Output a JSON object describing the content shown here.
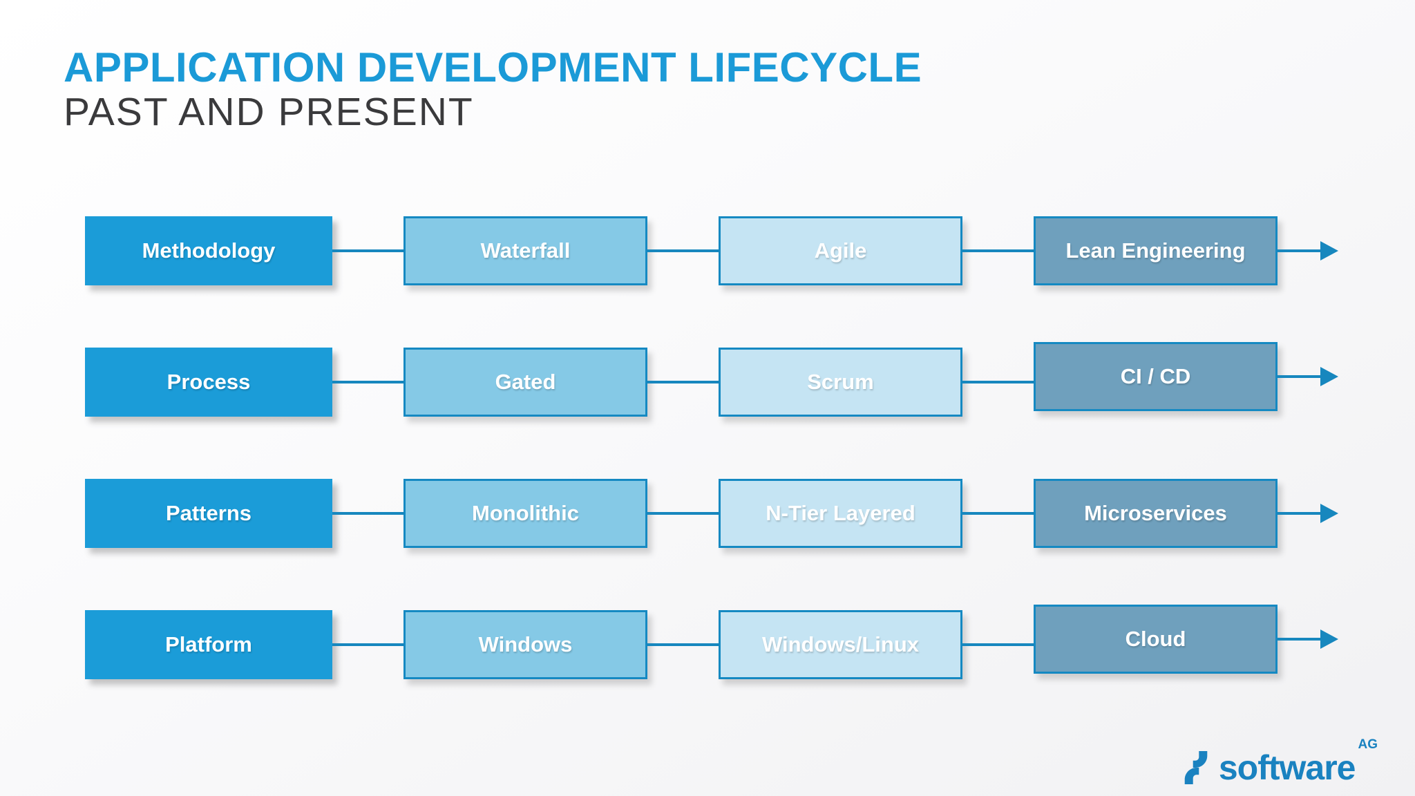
{
  "header": {
    "title": "APPLICATION DEVELOPMENT LIFECYCLE",
    "subtitle": "PAST AND PRESENT"
  },
  "diagram": {
    "rows": [
      {
        "label": "Methodology",
        "stages": [
          "Waterfall",
          "Agile",
          "Lean Engineering"
        ]
      },
      {
        "label": "Process",
        "stages": [
          "Gated",
          "Scrum",
          "CI / CD"
        ]
      },
      {
        "label": "Patterns",
        "stages": [
          "Monolithic",
          "N-Tier Layered",
          "Microservices"
        ]
      },
      {
        "label": "Platform",
        "stages": [
          "Windows",
          "Windows/Linux",
          "Cloud"
        ]
      }
    ]
  },
  "footer": {
    "logo_icon": "software-ag-s-icon",
    "logo_text": "software",
    "logo_suffix": "AG"
  },
  "colors": {
    "title_blue": "#1b9ad7",
    "subtitle_gray": "#3a3a3c",
    "category_fill": "#1b9cd8",
    "stage1_fill": "#85c9e6",
    "stage2_fill": "#c5e4f3",
    "stage3_fill": "#6fa0bd",
    "border_and_line": "#1787be",
    "logo_blue": "#1a82c0",
    "box_text": "#ffffff"
  }
}
